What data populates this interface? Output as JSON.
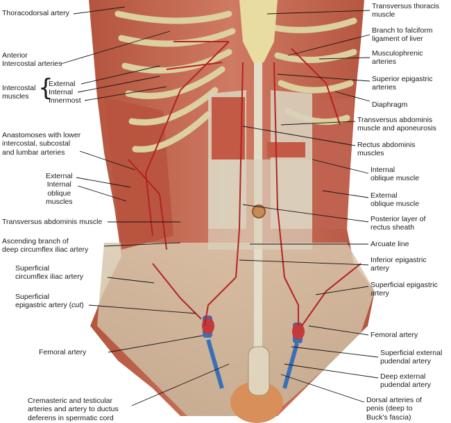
{
  "figure": {
    "labels": {
      "thoracodorsal": "Thoracodorsal artery",
      "anterior_intercostal": "Anterior\nIntercostal arteries",
      "intercostal_muscles": "Intercostal\nmuscles",
      "intercostal_external": "External",
      "intercostal_internal": "Internal",
      "intercostal_innermost": "Innermost",
      "anastomoses": "Anastomoses with lower\nintercostal, subcostal\nand lumbar arteries",
      "oblique_layers": "External\nInternal\noblique\nmuscles",
      "transversus_left": "Transversus abdominis muscle",
      "ascending_branch": "Ascending branch of\ndeep circumflex iliac artery",
      "superficial_circumflex": "Superficial\ncircumflex iliac artery",
      "superficial_epigastric_cut": "Superficial\nepigastric artery (cut)",
      "femoral_left": "Femoral artery",
      "cremasteric": "Cremasteric and testicular\narteries and artery to ductus\ndeferens in spermatic cord",
      "transversus_thoracis": "Transversus thoracis\nmuscle",
      "falciform": "Branch to falciform\nligament of liver",
      "musculophrenic": "Musculophrenic\narteries",
      "superior_epigastric": "Superior epigastric\narteries",
      "diaphragm": "Diaphragm",
      "transversus_aponeurosis": "Transversus abdominis\nmuscle and aponeurosis",
      "rectus": "Rectus abdominis\nmuscles",
      "internal_oblique": "Internal\noblique muscle",
      "external_oblique": "External\noblique muscle",
      "posterior_sheath": "Posterior layer of\nrectus sheath",
      "arcuate": "Arcuate line",
      "inferior_epigastric": "Inferior epigastric\nartery",
      "superficial_epigastric": "Superficial epigastric\nartery",
      "femoral_right": "Femoral artery",
      "superficial_external_pudendal": "Superficial external\npudendal artery",
      "deep_external_pudendal": "Deep external\npudendal artery",
      "dorsal_penis": "Dorsal arteries of\npenis (deep to\nBuck's fascia)"
    }
  }
}
